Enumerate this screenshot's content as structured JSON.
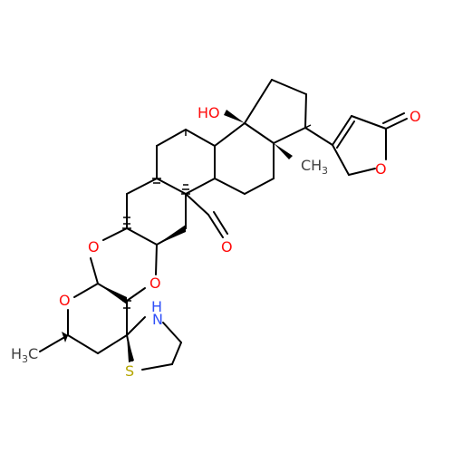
{
  "labels": {
    "ho": "HO",
    "oxo_ketone": "O",
    "lactone_o": "O",
    "ch3_c": "CH",
    "ch3_3": "3",
    "aldehyde_o": "O",
    "o_left": "O",
    "o_right": "O",
    "o_ring": "O",
    "nh_h": "H",
    "nh_n": "N",
    "h3c_h": "H",
    "h3c_3": "3",
    "h3c_c": "C",
    "s": "S"
  },
  "colors": {
    "bond": "#000000",
    "oxygen": "#ff0d0d",
    "nitrogen": "#3050f8",
    "sulfur": "#b5a600",
    "carbon": "#404040",
    "background": "#ffffff"
  }
}
